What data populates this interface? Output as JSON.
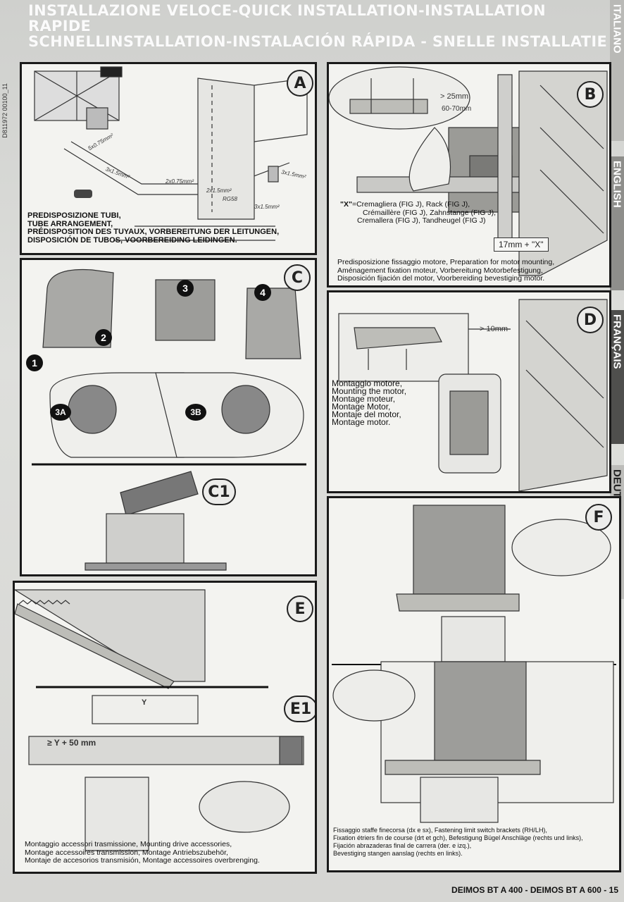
{
  "header": {
    "line1": "INSTALLAZIONE VELOCE-QUICK INSTALLATION-INSTALLATION RAPIDE",
    "line2": "SCHNELLINSTALLATION-INSTALACIÓN RÁPIDA - SNELLE INSTALLATIE",
    "doc_id": "D811972 00100_11"
  },
  "language_tabs": [
    "ITALIANO",
    "ENGLISH",
    "FRANÇAIS",
    "DEUTSCH"
  ],
  "panels": {
    "A": {
      "badge": "A",
      "labels": [
        "5x0.75mm²",
        "3x1.5mm²",
        "2x0.75mm²",
        "3x1.5mm²",
        "2x1.5mm²",
        "RG58",
        "3x1.5mm²"
      ],
      "caption_lines": [
        "PREDISPOSIZIONE TUBI,",
        "TUBE ARRANGEMENT,",
        "PRÉDISPOSITION DES TUYAUX, VORBEREITUNG DER LEITUNGEN,",
        "DISPOSICIÓN DE TUBOS, VOORBEREIDING LEIDINGEN."
      ]
    },
    "B": {
      "badge": "B",
      "dim1": "> 25mm",
      "dim2": "60-70mm",
      "x_label": "\"X\"",
      "x_lines": [
        "=Cremagliera (FIG J), Rack (FIG J),",
        "Crémaillère (FIG J), Zahnstange (FIG J),",
        "Cremallera (FIG J), Tandheugel (FIG J)"
      ],
      "x_formula": "17mm + \"X\"",
      "caption_lines": [
        "Predisposizione fissaggio motore, Preparation for motor mounting,",
        "Aménagement fixation moteur, Vorbereitung Motorbefestigung,",
        "Disposición fijación del motor, Voorbereiding bevestiging motor."
      ]
    },
    "C": {
      "badge": "C",
      "steps": [
        "1",
        "2",
        "3",
        "4"
      ],
      "sub_a": "3A",
      "sub_b": "3B"
    },
    "C1": {
      "badge": "C1"
    },
    "D": {
      "badge": "D",
      "dim": "> 10mm",
      "caption_lines": [
        "Montaggio motore,",
        "Mounting the motor,",
        "Montage moteur,",
        "Montage Motor,",
        "Montaje del motor,",
        "Montage motor."
      ]
    },
    "E": {
      "badge": "E"
    },
    "E1": {
      "badge": "E1",
      "y_label": "Y",
      "y_dim": "≥ Y + 50 mm",
      "caption_lines": [
        "Montaggio accessori trasmissione, Mounting drive accessories,",
        "Montage accessoires transmission, Montage Antriebszubehör,",
        "Montaje de accesorios transmisión, Montage accessoires overbrenging."
      ]
    },
    "F": {
      "badge": "F",
      "caption_lines": [
        "Fissaggio staffe finecorsa (dx e sx), Fastening limit switch brackets (RH/LH),",
        "Fixation étriers fin de course (drt et gch), Befestigung Bügel Anschläge (rechts und links),",
        "Fijación abrazaderas final de carrera (der. e izq.),",
        "Bevestiging stangen aanslag (rechts en links)."
      ]
    }
  },
  "footer": {
    "text": "DEIMOS BT A 400 - DEIMOS BT A 600  -  15"
  }
}
